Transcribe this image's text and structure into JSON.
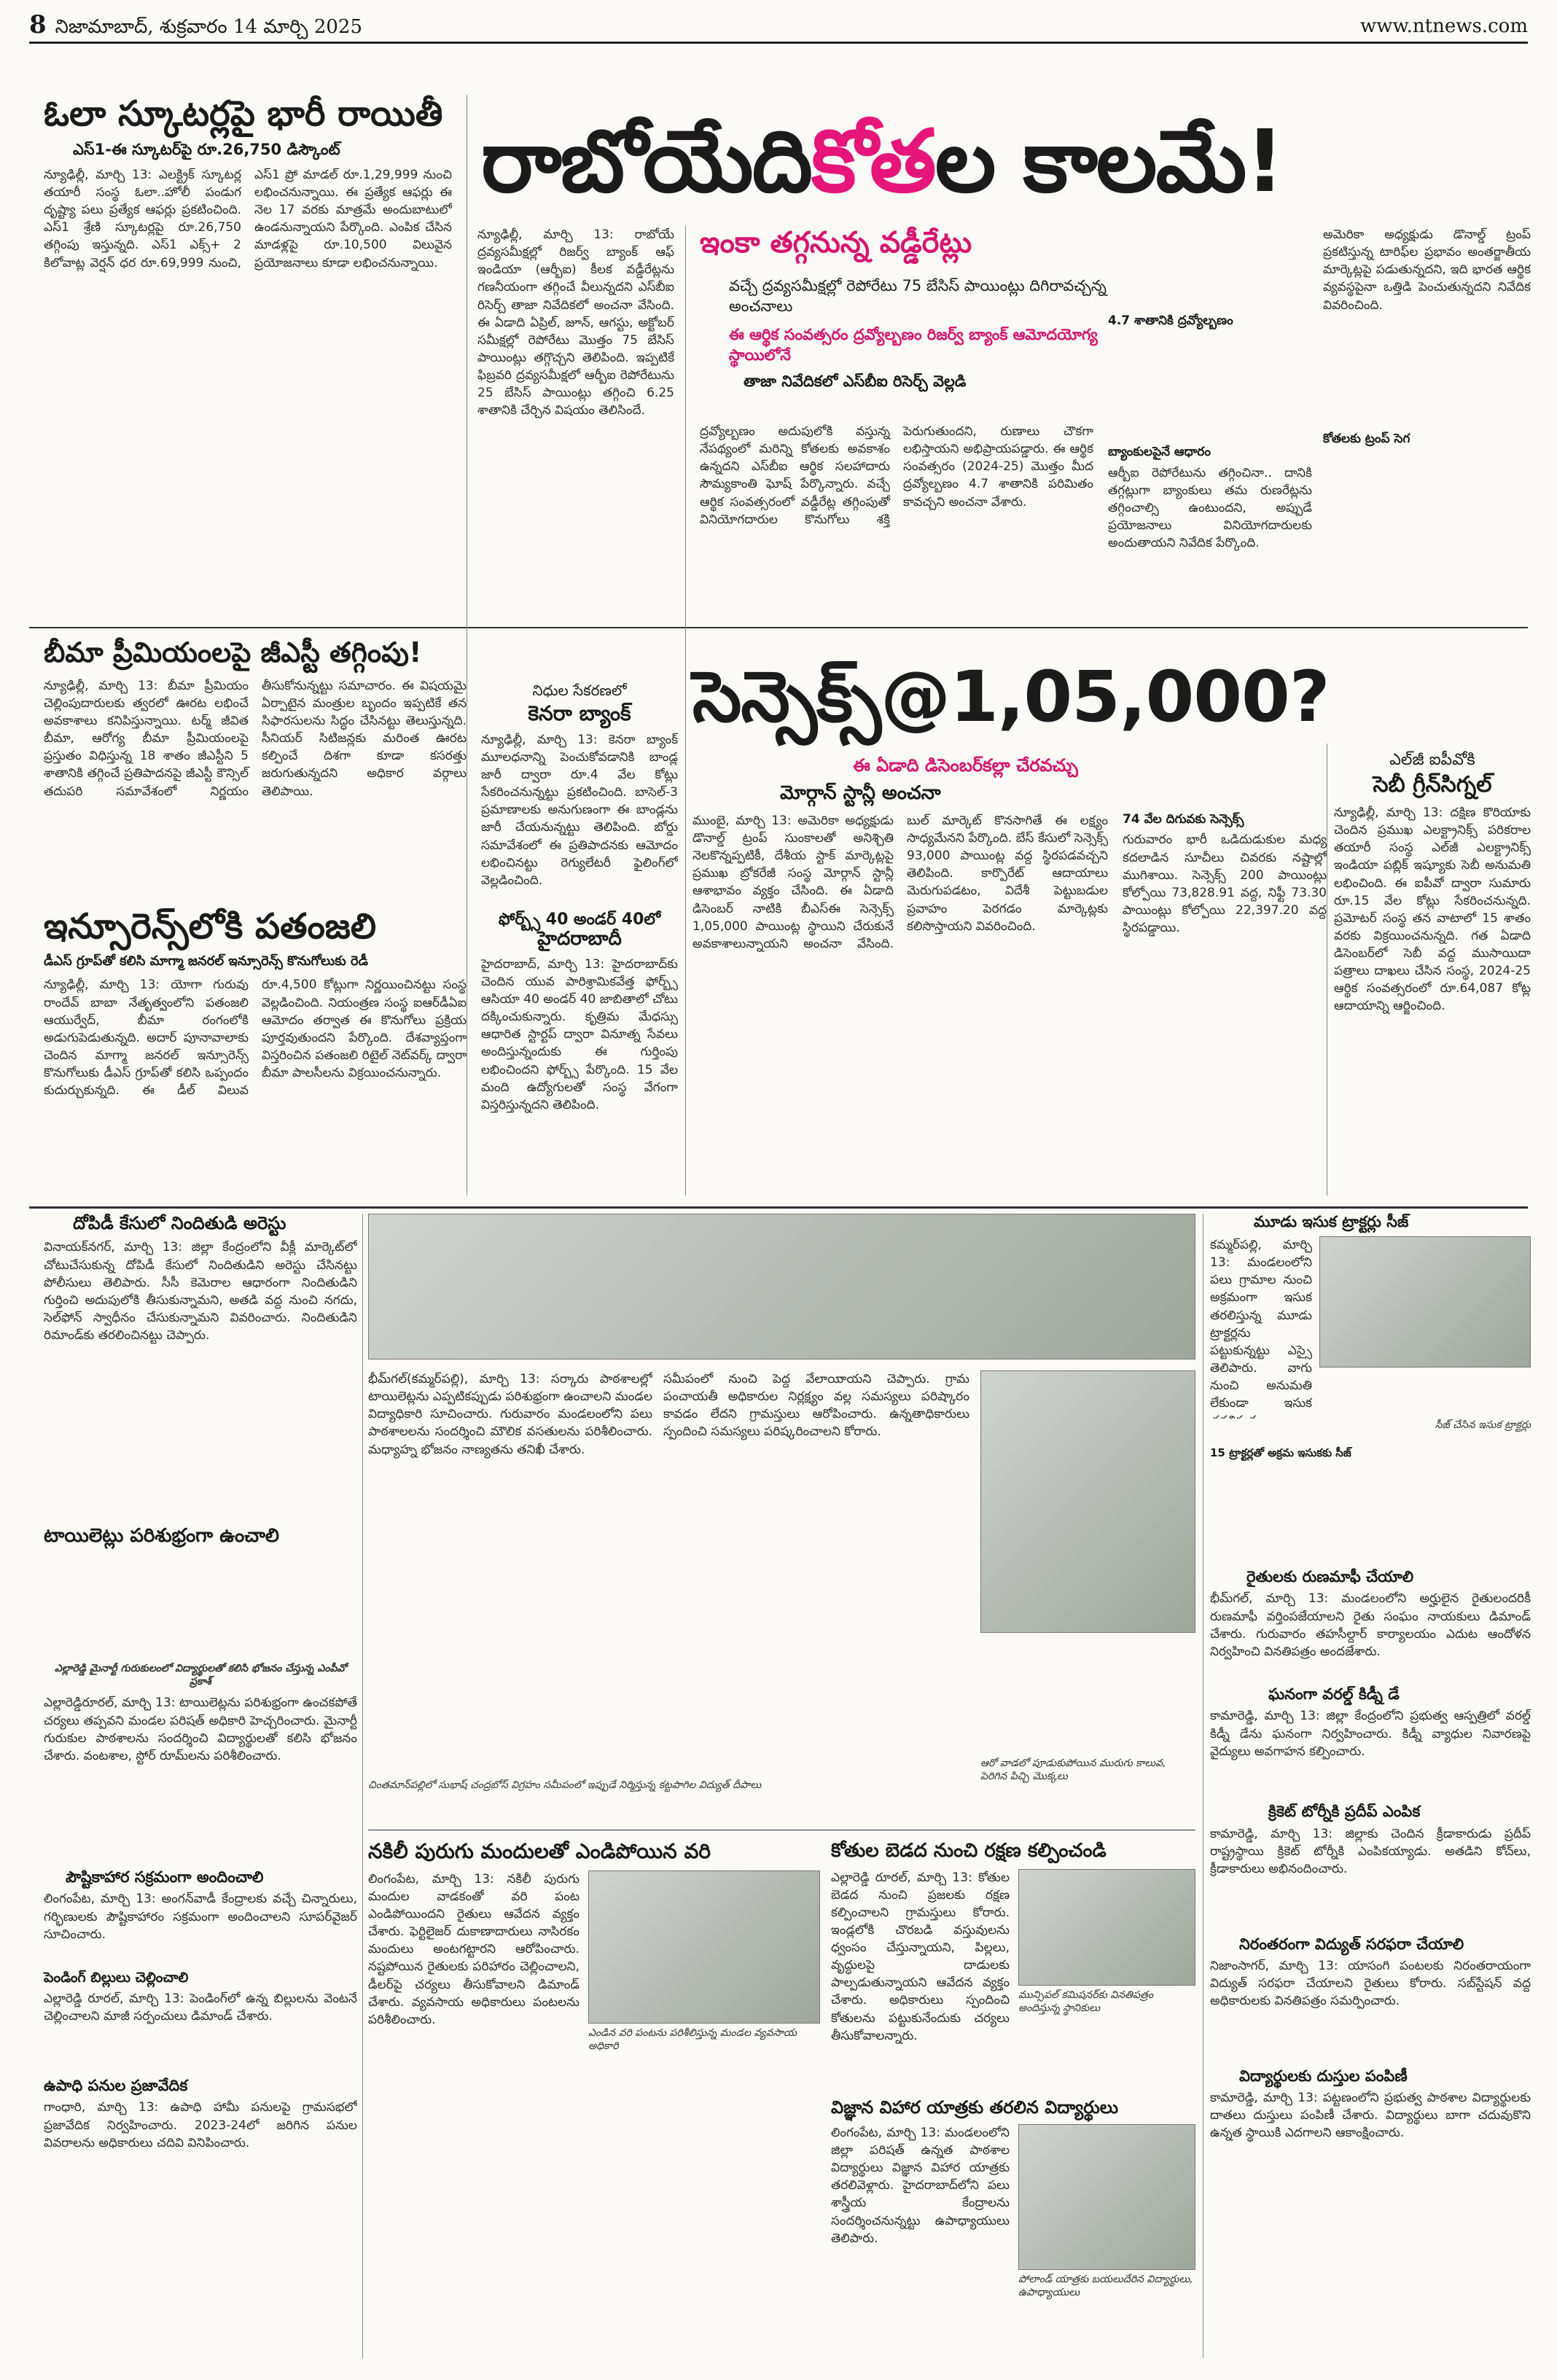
{
  "masthead": {
    "page_no": "8",
    "edition_date": "నిజామాబాద్‌, శుక్రవారం 14 మార్చి 2025",
    "website": "www.ntnews.com"
  },
  "ola": {
    "headline": "ఓలా స్కూటర్లపై భారీ రాయితీ",
    "subhead": "ఎస్‌1-ఈ స్కూటర్‌పై రూ.26,750 డిస్కౌంట్‌",
    "body": "న్యూఢిల్లీ, మార్చి 13: ఎలక్ట్రిక్‌ స్కూటర్ల తయారీ సంస్థ ఓలా..హోలీ పండుగ దృష్ట్యా పలు ప్రత్యేక ఆఫర్లు ప్రకటించింది. ఎస్‌1 శ్రేణి స్కూటర్లపై రూ.26,750 తగ్గింపు ఇస్తున్నది. ఎస్‌1 ఎక్స్‌+ 2 కిలోవాట్ల వెర్షన్‌ ధర రూ.69,999 నుంచి, ఎస్‌1 ప్రో మాడల్‌ రూ.1,29,999 నుంచి లభించనున్నాయి. ఈ ప్రత్యేక ఆఫర్లు ఈ నెల 17 వరకు మాత్రమే అందుబాటులో ఉండనున్నాయని పేర్కొంది. ఎంపిక చేసిన మాడళ్లపై రూ.10,500 విలువైన ప్రయోజనాలు కూడా లభించనున్నాయి."
  },
  "banner": {
    "pre": "రాబోయేది ",
    "highlight": "కోత",
    "post": "ల కాలమే!"
  },
  "rates": {
    "deck": "ఇంకా తగ్గనున్న వడ్డీరేట్లు",
    "line2": "వచ్చే ద్రవ్యసమీక్షల్లో రెపోరేటు 75 బేసిస్‌ పాయింట్లు దిగిరావచ్చన్న అంచనాలు",
    "line3": "ఈ ఆర్థిక సంవత్సరం ద్రవ్యోల్బణం రిజర్వ్‌ బ్యాంక్‌ ఆమోదయోగ్య స్థాయిలోనే",
    "line4": "తాజా నివేదికలో ఎస్‌బీఐ రిసెర్చ్‌ వెల్లడి",
    "body1": "న్యూఢిల్లీ, మార్చి 13: రాబోయే ద్రవ్యసమీక్షల్లో రిజర్వ్‌ బ్యాంక్‌ ఆఫ్‌ ఇండియా (ఆర్బీఐ) కీలక వడ్డీరేట్లను గణనీయంగా తగ్గించే వీలున్నదని ఎస్‌బీఐ రిసెర్చ్‌ తాజా నివేదికలో అంచనా వేసింది. ఈ ఏడాది ఏప్రిల్‌, జూన్‌, ఆగస్టు, అక్టోబర్‌ సమీక్షల్లో రెపోరేటు మొత్తం 75 బేసిస్‌ పాయింట్లు తగ్గొచ్చని తెలిపింది. ఇప్పటికే ఫిబ్రవరి ద్రవ్యసమీక్షలో ఆర్బీఐ రెపోరేటును 25 బేసిస్‌ పాయింట్లు తగ్గించి 6.25 శాతానికి చేర్చిన విషయం తెలిసిందే.",
    "body2": "ద్రవ్యోల్బణం అదుపులోకి వస్తున్న నేపథ్యంలో మరిన్ని కోతలకు అవకాశం ఉన్నదని ఎస్‌బీఐ ఆర్థిక సలహాదారు సౌమ్యకాంతి ఘోష్‌ పేర్కొన్నారు. వచ్చే ఆర్థిక సంవత్సరంలో వడ్డీరేట్ల తగ్గింపుతో వినియోగదారుల కొనుగోలు శక్తి పెరుగుతుందని, రుణాలు చౌకగా లభిస్తాయని అభిప్రాయపడ్డారు. ఈ ఆర్థిక సంవత్సరం (2024-25) మొత్తం మీద ద్రవ్యోల్బణం 4.7 శాతానికి పరిమితం కావచ్చని అంచనా వేశారు.",
    "sub1": "4.7 శాతానికి ద్రవ్యోల్బణం",
    "sub2": "బ్యాంకులపైనే ఆధారం",
    "body3": "ఆర్బీఐ రెపోరేటును తగ్గించినా.. దానికి తగ్గట్లుగా బ్యాంకులు తమ రుణరేట్లను తగ్గించాల్సి ఉంటుందని, అప్పుడే ప్రయోజనాలు వినియోగదారులకు అందుతాయని నివేదిక పేర్కొంది.",
    "sub3": "కోతలకు ట్రంప్‌ సెగ",
    "body4": "అమెరికా అధ్యక్షుడు డొనాల్డ్‌ ట్రంప్‌ ప్రకటిస్తున్న టారిఫ్‌ల ప్రభావం అంతర్జాతీయ మార్కెట్లపై పడుతున్నదని, ఇది భారత ఆర్థిక వ్యవస్థపైనా ఒత్తిడి పెంచుతున్నదని నివేదిక వివరించింది."
  },
  "bima": {
    "headline": "బీమా ప్రీమియంలపై జీఎస్టీ తగ్గింపు!",
    "body": "న్యూఢిల్లీ, మార్చి 13: బీమా ప్రీమియం చెల్లింపుదారులకు త్వరలో ఊరట లభించే అవకాశాలు కనిపిస్తున్నాయి. టర్మ్‌ జీవిత బీమా, ఆరోగ్య బీమా ప్రీమియంలపై ప్రస్తుతం విధిస్తున్న 18 శాతం జీఎస్టీని 5 శాతానికి తగ్గించే ప్రతిపాదనపై జీఎస్టీ కౌన్సిల్‌ తదుపరి సమావేశంలో నిర్ణయం తీసుకోనున్నట్టు సమాచారం. ఈ విషయమై ఏర్పాటైన మంత్రుల బృందం ఇప్పటికే తన సిఫారసులను సిద్ధం చేసినట్టు తెలుస్తున్నది. సీనియర్‌ సిటిజన్లకు మరింత ఊరట కల్పించే దిశగా కూడా కసరత్తు జరుగుతున్నదని అధికార వర్గాలు తెలిపాయి."
  },
  "patanjali": {
    "headline": "ఇన్సూరెన్స్‌లోకి పతంజలి",
    "subhead": "డీఎస్‌ గ్రూప్‌తో కలిసి మాగ్మా జనరల్‌ ఇన్సూరెన్స్‌ కొనుగోలుకు రెడీ",
    "body": "న్యూఢిల్లీ, మార్చి 13: యోగా గురువు రాందేవ్‌ బాబా నేతృత్వంలోని పతంజలి ఆయుర్వేద్‌, బీమా రంగంలోకి అడుగుపెడుతున్నది. అదార్‌ పూనావాలాకు చెందిన మాగ్మా జనరల్‌ ఇన్సూరెన్స్‌ కొనుగోలుకు డీఎస్‌ గ్రూప్‌తో కలిసి ఒప్పందం కుదుర్చుకున్నది. ఈ డీల్‌ విలువ రూ.4,500 కోట్లుగా నిర్ణయించినట్టు సంస్థ వెల్లడించింది. నియంత్రణ సంస్థ ఐఆర్‌డీఏఐ ఆమోదం తర్వాత ఈ కొనుగోలు ప్రక్రియ పూర్తవుతుందని పేర్కొంది. దేశవ్యాప్తంగా విస్తరించిన పతంజలి రిటైల్‌ నెట్‌వర్క్‌ ద్వారా బీమా పాలసీలను విక్రయించనున్నారు."
  },
  "canara": {
    "kicker": "నిధుల సేకరణలో",
    "headline": "కెనరా బ్యాంక్‌",
    "body": "న్యూఢిల్లీ, మార్చి 13: కెనరా బ్యాంక్‌ మూలధనాన్ని పెంచుకోవడానికి బాండ్ల జారీ ద్వారా రూ.4 వేల కోట్లు సేకరించనున్నట్టు ప్రకటించింది. బాసెల్‌-3 ప్రమాణాలకు అనుగుణంగా ఈ బాండ్లను జారీ చేయనున్నట్టు తెలిపింది. బోర్డు సమావేశంలో ఈ ప్రతిపాదనకు ఆమోదం లభించినట్టు రెగ్యులేటరీ ఫైలింగ్‌లో వెల్లడించింది."
  },
  "forbes": {
    "kicker": "ఫోర్బ్స్‌ 40 అండర్‌ 40లో",
    "headline": "హైదరాబాదీ",
    "body": "హైదరాబాద్‌, మార్చి 13: హైదరాబాద్‌కు చెందిన యువ పారిశ్రామికవేత్త ఫోర్బ్స్‌ ఆసియా 40 అండర్‌ 40 జాబితాలో చోటు దక్కించుకున్నారు. కృత్రిమ మేధస్సు ఆధారిత స్టార్టప్‌ ద్వారా వినూత్న సేవలు అందిస్తున్నందుకు ఈ గుర్తింపు లభించిందని ఫోర్బ్స్‌ పేర్కొంది. 15 వేల మంది ఉద్యోగులతో సంస్థ వేగంగా విస్తరిస్తున్నదని తెలిపింది."
  },
  "sensex": {
    "headline": "సెన్సెక్స్‌@1,05,000?",
    "subhead": "ఈ ఏడాది డిసెంబర్‌కల్లా చేరవచ్చు",
    "byline": "మోర్గాన్‌ స్టాన్లీ అంచనా",
    "body": "ముంబై, మార్చి 13: అమెరికా అధ్యక్షుడు డొనాల్డ్‌ ట్రంప్‌ సుంకాలతో అనిశ్చితి నెలకొన్నప్పటికీ, దేశీయ స్టాక్‌ మార్కెట్లపై ప్రముఖ బ్రోకరేజీ సంస్థ మోర్గాన్‌ స్టాన్లీ ఆశాభావం వ్యక్తం చేసింది. ఈ ఏడాది డిసెంబర్‌ నాటికి బీఎస్‌ఈ సెన్సెక్స్‌ 1,05,000 పాయింట్ల స్థాయిని చేరుకునే అవకాశాలున్నాయని అంచనా వేసింది. బుల్‌ మార్కెట్‌ కొనసాగితే ఈ లక్ష్యం సాధ్యమేనని పేర్కొంది. బేస్‌ కేసులో సెన్సెక్స్‌ 93,000 పాయింట్ల వద్ద స్థిరపడవచ్చని తెలిపింది. కార్పొరేట్‌ ఆదాయాలు మెరుగుపడటం, విదేశీ పెట్టుబడుల ప్రవాహం పెరగడం మార్కెట్లకు కలిసొస్తాయని వివరించింది.",
    "sub1": "74 వేల దిగువకు సెన్సెక్స్‌",
    "body2": "గురువారం భారీ ఒడిదుడుకుల మధ్య కదలాడిన సూచీలు చివరకు నష్టాల్లో ముగిశాయి. సెన్సెక్స్‌ 200 పాయింట్లు కోల్పోయి 73,828.91 వద్ద, నిఫ్టీ 73.30 పాయింట్లు కోల్పోయి 22,397.20 వద్ద స్థిరపడ్డాయి."
  },
  "lg": {
    "kicker": "ఎల్‌జీ ఐపీవోకి",
    "headline": "సెబీ గ్రీన్‌సిగ్నల్‌",
    "body": "న్యూఢిల్లీ, మార్చి 13: దక్షిణ కొరియాకు చెందిన ప్రముఖ ఎలక్ట్రానిక్స్‌ పరికరాల తయారీ సంస్థ ఎల్‌జీ ఎలక్ట్రానిక్స్‌ ఇండియా పబ్లిక్‌ ఇష్యూకు సెబీ అనుమతి లభించింది. ఈ ఐపీవో ద్వారా సుమారు రూ.15 వేల కోట్లు సేకరించనున్నది. ప్రమోటర్‌ సంస్థ తన వాటాలో 15 శాతం వరకు విక్రయించనున్నది. గత ఏడాది డిసెంబర్‌లో సెబీ వద్ద ముసాయిదా పత్రాలు దాఖలు చేసిన సంస్థ, 2024-25 ఆర్థిక సంవత్సరంలో రూ.64,087 కోట్ల ఆదాయాన్ని ఆర్జించింది."
  },
  "local": {
    "dowry_head": "దోపిడీ కేసులో నిందితుడి అరెస్టు",
    "dowry_body": "వినాయక్‌నగర్‌, మార్చి 13: జిల్లా కేంద్రంలోని వీక్లీ మార్కెట్‌లో చోటుచేసుకున్న దోపిడీ కేసులో నిందితుడిని అరెస్టు చేసినట్టు పోలీసులు తెలిపారు. సీసీ కెమెరాల ఆధారంగా నిందితుడిని గుర్తించి అదుపులోకి తీసుకున్నామని, అతడి వద్ద నుంచి నగదు, సెల్‌ఫోన్‌ స్వాధీనం చేసుకున్నామని వివరించారు. నిందితుడిని రిమాండ్‌కు తరలించినట్టు చెప్పారు.",
    "toilet_head": "టాయిలెట్లు పరిశుభ్రంగా ఉంచాలి",
    "bheemgal_body": "భీమ్‌గల్‌(కమ్మర్‌పల్లి), మార్చి 13: సర్కారు పాఠశాలల్లో టాయిలెట్లను ఎప్పటికప్పుడు పరిశుభ్రంగా ఉంచాలని మండల విద్యాధికారి సూచించారు. గురువారం మండలంలోని పలు పాఠశాలలను సందర్శించి మౌలిక వసతులను పరిశీలించారు. మధ్యాహ్న భోజనం నాణ్యతను తనిఖీ చేశారు.",
    "middle_body": "సమీపంలో నుంచి పెద్ద వేలాయిాయని చెప్పారు. గ్రామ పంచాయతీ అధికారుల నిర్లక్ష్యం వల్ల సమస్యలు పరిష్కారం కావడం లేదని గ్రామస్తులు ఆరోపించారు. ఉన్నతాధికారులు స్పందించి సమస్యలు పరిష్కరించాలని కోరారు.",
    "sand_head": "మూడు ఇసుక ట్రాక్టర్లు సీజ్‌",
    "sand_body": "కమ్మర్‌పల్లి, మార్చి 13: మండలంలోని పలు గ్రామాల నుంచి అక్రమంగా ఇసుక తరలిస్తున్న మూడు ట్రాక్టర్లను పట్టుకున్నట్టు ఎస్సై తెలిపారు. వాగు నుంచి అనుమతి లేకుండా ఇసుక తరలిస్తున్న సమాచారంతో తనిఖీలు నిర్వహించామన్నారు. ట్రాక్టర్లను పోలీస్‌ స్టేషన్‌కు తరలించి యజమానులపై కేసు నమోదు చేశామని చెప్పారు.",
    "sand_caption": "సీజ్‌ చేసిన ఇసుక ట్రాక్టర్లు",
    "sand_sub": "15 ట్రాక్టర్లతో అక్రమ ఇసుకకు సీజ్‌",
    "farmer_head": "రైతులకు రుణమాఫీ చేయాలి",
    "farmer_body": "భీమ్‌గల్‌, మార్చి 13: మండలంలోని అర్హులైన రైతులందరికీ రుణమాఫీ వర్తింపజేయాలని రైతు సంఘం నాయకులు డిమాండ్‌ చేశారు. గురువారం తహసీల్దార్‌ కార్యాలయం ఎదుట ఆందోళన నిర్వహించి వినతిపత్రం అందజేశారు.",
    "ghana_head": "ఘనంగా వరల్డ్‌ కిడ్నీ డే",
    "ghana_body": "కామారెడ్డి, మార్చి 13: జిల్లా కేంద్రంలోని ప్రభుత్వ ఆస్పత్రిలో వరల్డ్‌ కిడ్నీ డేను ఘనంగా నిర్వహించారు. కిడ్నీ వ్యాధుల నివారణపై వైద్యులు అవగాహన కల్పించారు.",
    "cricket_head": "క్రికెట్‌ టోర్నీకి ప్రదీప్‌ ఎంపిక",
    "cricket_body": "కామారెడ్డి, మార్చి 13: జిల్లాకు చెందిన క్రీడాకారుడు ప్రదీప్‌ రాష్ట్రస్థాయి క్రికెట్‌ టోర్నీకి ఎంపికయ్యాడు. అతడిని కోచ్‌లు, క్రీడాకారులు అభినందించారు.",
    "power_head": "నిరంతరంగా విద్యుత్‌ సరఫరా చేయాలి",
    "power_body": "నిజాంసాగర్‌, మార్చి 13: యాసంగి పంటలకు నిరంతరాయంగా విద్యుత్‌ సరఫరా చేయాలని రైతులు కోరారు. సబ్‌స్టేషన్‌ వద్ద అధికారులకు వినతిపత్రం సమర్పించారు.",
    "students_head": "విద్యార్థులకు దుస్తుల పంపిణీ",
    "students_body": "కామారెడ్డి, మార్చి 13: పట్టణంలోని ప్రభుత్వ పాఠశాల విద్యార్థులకు దాతలు దుస్తులు పంపిణీ చేశారు. విద్యార్థులు బాగా చదువుకొని ఉన్నత స్థాయికి ఎదగాలని ఆకాంక్షించారు.",
    "college_caption": "ఎల్లారెడ్డి మైనార్టీ గురుకులంలో విద్యార్థులతో కలిసి భోజనం చేస్తున్న ఎంపీవో ప్రకాశ్‌",
    "yellareddy_body": "ఎల్లారెడ్డిరూరల్‌, మార్చి 13: టాయిలెట్లను పరిశుభ్రంగా ఉంచకపోతే చర్యలు తప్పవని మండల పరిషత్‌ అధికారి హెచ్చరించారు. మైనార్టీ గురుకుల పాఠశాలను సందర్శించి విద్యార్థులతో కలిసి భోజనం చేశారు. వంటశాల, స్టోర్‌ రూమ్‌లను పరిశీలించారు.",
    "nutrition_head": "పౌష్టికాహార సక్రమంగా అందించాలి",
    "nutrition_body": "లింగంపేట, మార్చి 13: అంగన్‌వాడీ కేంద్రాలకు వచ్చే చిన్నారులు, గర్భిణులకు పౌష్టికాహారం సక్రమంగా అందించాలని సూపర్‌వైజర్‌ సూచించారు.",
    "bills_head": "పెండింగ్‌ బిల్లులు చెల్లించాలి",
    "bills_body": "ఎల్లారెడ్డి రూరల్‌, మార్చి 13: పెండింగ్‌లో ఉన్న బిల్లులను వెంటనే చెల్లించాలని మాజీ సర్పంచులు డిమాండ్‌ చేశారు.",
    "upadhi_head": "ఉపాధి పనుల ప్రజావేదిక",
    "upadhi_body": "గాంధారి, మార్చి 13: ఉపాధి హామీ పనులపై గ్రామసభలో ప్రజావేదిక నిర్వహించారు. 2023-24లో జరిగిన పనుల వివరాలను అధికారులు చదివి వినిపించారు.",
    "photo_caption_center": "చింతమాన్‌పల్లిలో సుభాష్‌ చంద్రబోస్‌ విగ్రహం సమీపంలో ఇప్పుడే నిర్మిస్తున్న కట్టపాగిల విద్యుత్‌ దీపాలు",
    "photo_caption_right": "ఆరో వాడలో పూడుకుపోయిన మురుగు కాలువ, పెరిగిన పిచ్చి మొక్కలు",
    "paddy_head": "నకిలీ పురుగు మందులతో ఎండిపోయిన వరి",
    "paddy_body": "లింగంపేట, మార్చి 13: నకిలీ పురుగు మందుల వాడకంతో వరి పంట ఎండిపోయిందని రైతులు ఆవేదన వ్యక్తం చేశారు. ఫెర్టిలైజర్‌ దుకాణాదారులు నాసిరకం మందులు అంటగట్టారని ఆరోపించారు. నష్టపోయిన రైతులకు పరిహారం చెల్లించాలని, డీలర్‌పై చర్యలు తీసుకోవాలని డిమాండ్‌ చేశారు. వ్యవసాయ అధికారులు పంటలను పరిశీలించారు.",
    "paddy_caption": "ఎండిన వరి పంటను పరిశీలిస్తున్న మండల వ్యవసాయ అధికారి",
    "monkey_head": "కోతుల బెడద నుంచి రక్షణ కల్పించండి",
    "monkey_body": "ఎల్లారెడ్డి రూరల్‌, మార్చి 13: కోతుల బెడద నుంచి ప్రజలకు రక్షణ కల్పించాలని గ్రామస్తులు కోరారు. ఇండ్లలోకి చొరబడి వస్తువులను ధ్వంసం చేస్తున్నాయని, పిల్లలు, వృద్ధులపై దాడులకు పాల్పడుతున్నాయని ఆవేదన వ్యక్తం చేశారు. అధికారులు స్పందించి కోతులను పట్టుకునేందుకు చర్యలు తీసుకోవాలన్నారు.",
    "monkey_caption": "మున్సిపల్‌ కమిషనర్‌కు వినతిపత్రం అందిస్తున్న స్థానికులు",
    "science_head": "విజ్ఞాన విహార యాత్రకు తరలిన విద్యార్థులు",
    "science_body": "లింగంపేట, మార్చి 13: మండలంలోని జిల్లా పరిషత్‌ ఉన్నత పాఠశాల విద్యార్థులు విజ్ఞాన విహార యాత్రకు తరలివెళ్లారు. హైదరాబాద్‌లోని పలు శాస్త్రీయ కేంద్రాలను సందర్శించనున్నట్టు ఉపాధ్యాయులు తెలిపారు.",
    "science_caption": "పోలాండ్‌ యాత్రకు బయలుదేరిన విద్యార్థులు, ఉపాధ్యాయులు"
  }
}
